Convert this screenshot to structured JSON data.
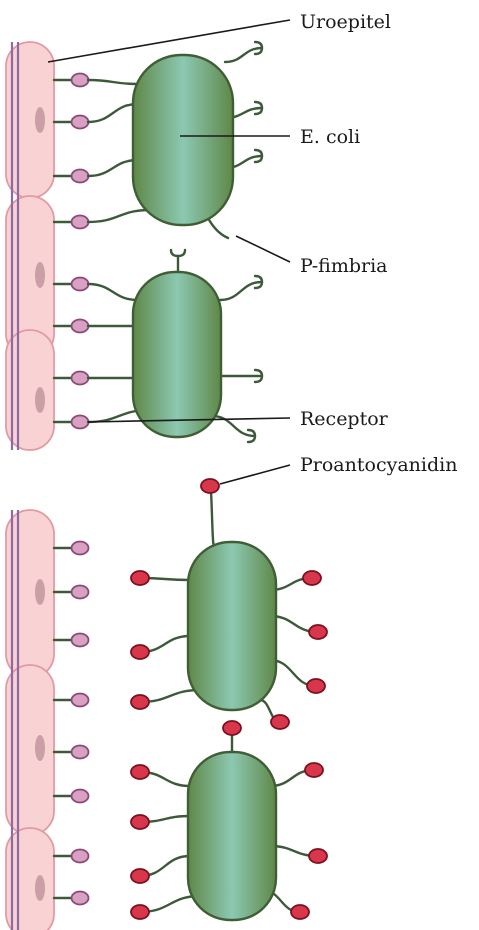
{
  "labels": {
    "uroepitel": "Uroepitel",
    "ecoli": "E. coli",
    "pfimbria": "P-fimbria",
    "receptor": "Receptor",
    "proantocyanidin": "Proantocyanidin"
  },
  "colors": {
    "cell_fill": "#f9d3d3",
    "cell_stroke": "#e29aa2",
    "membrane": "#8d6aa6",
    "receptor_head": "#d8a1c2",
    "bacterium_green": "#6b8f4e",
    "bacterium_center": "#8fc7b3",
    "proantocyanidin": "#d8364a"
  }
}
